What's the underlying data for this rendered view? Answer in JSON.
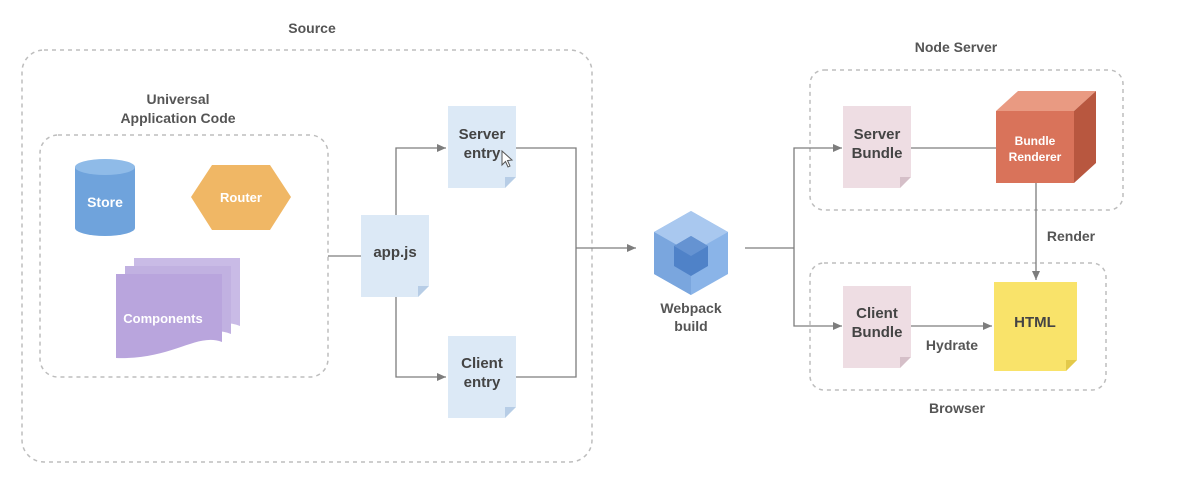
{
  "source": {
    "title": "Source",
    "universal": {
      "title_line1": "Universal",
      "title_line2": "Application Code"
    },
    "store": "Store",
    "router": "Router",
    "components": "Components",
    "app_js": "app.js",
    "server_entry": {
      "line1": "Server",
      "line2": "entry"
    },
    "client_entry": {
      "line1": "Client",
      "line2": "entry"
    }
  },
  "webpack": {
    "line1": "Webpack",
    "line2": "build"
  },
  "node_server": {
    "title": "Node Server",
    "server_bundle": {
      "line1": "Server",
      "line2": "Bundle"
    },
    "bundle_renderer": {
      "line1": "Bundle",
      "line2": "Renderer"
    }
  },
  "browser": {
    "title": "Browser",
    "client_bundle": {
      "line1": "Client",
      "line2": "Bundle"
    },
    "html": "HTML"
  },
  "edges": {
    "render": "Render",
    "hydrate": "Hydrate"
  },
  "colors": {
    "store": "#6fa3dc",
    "router": "#f0b765",
    "components": "#b9a5dd",
    "entry_doc": "#dce9f6",
    "bundle_doc": "#eedde3",
    "renderer_front": "#d9735a",
    "html_note": "#f9e36a",
    "webpack": "#8ab4e8",
    "line": "#7d7d7d",
    "dashed": "#bdbdbd"
  }
}
